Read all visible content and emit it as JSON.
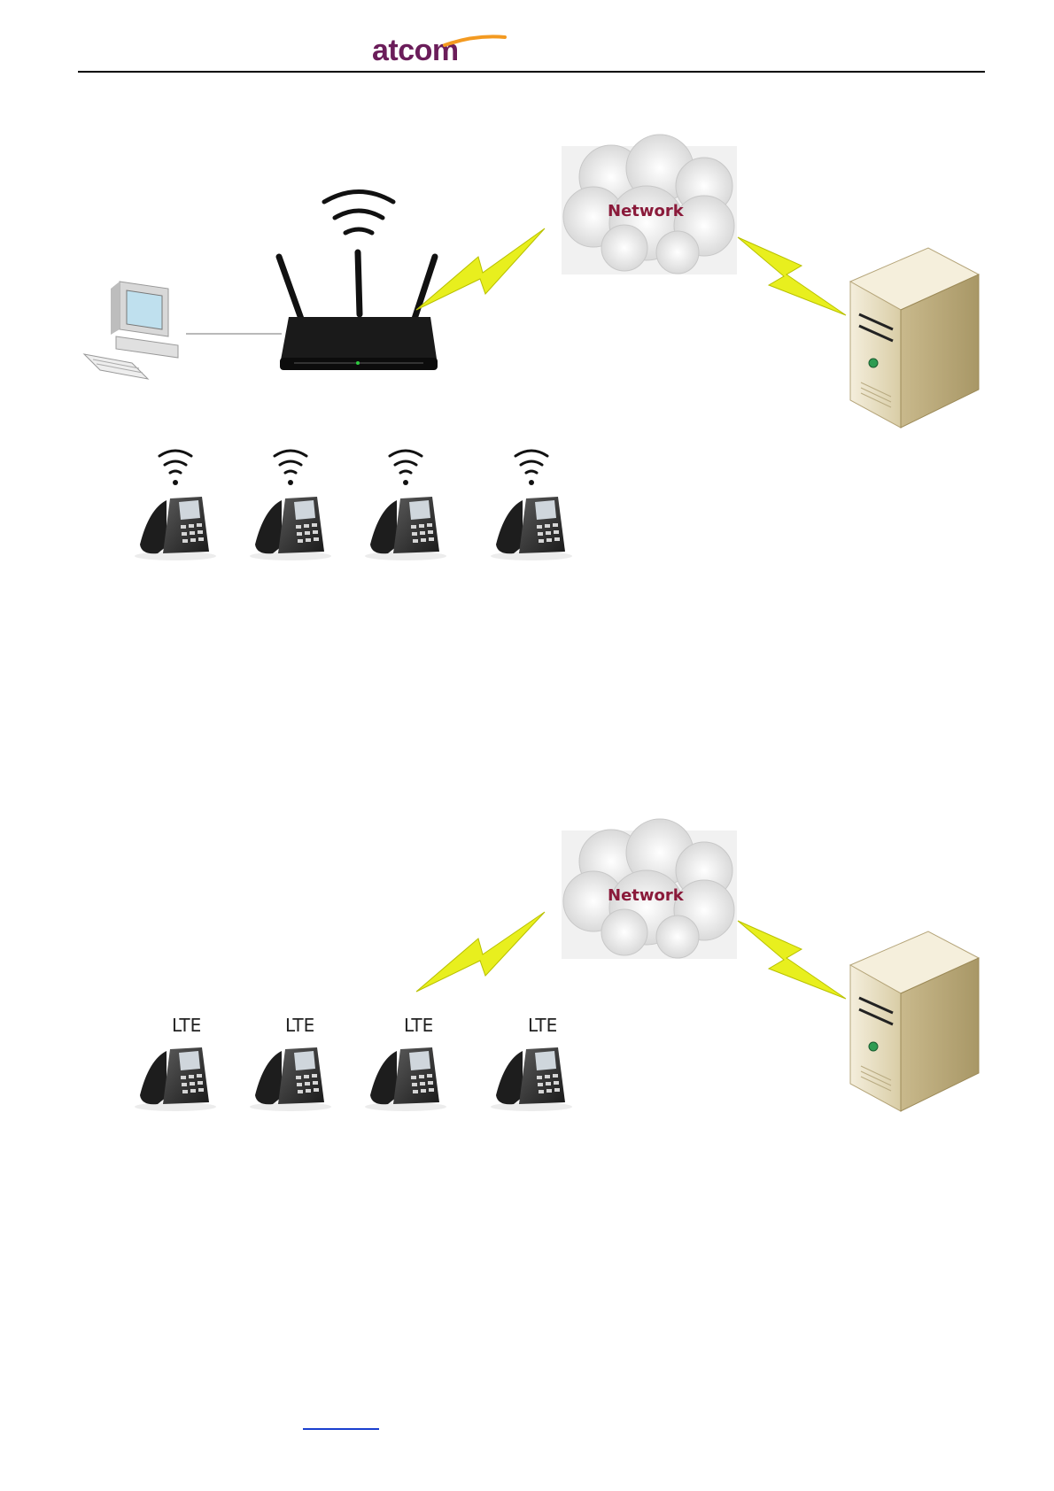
{
  "header": {
    "logo_text": "atcom",
    "brand_color": "#6b1d5a",
    "accent_color": "#f39a21"
  },
  "diagram_wifi": {
    "cloud_label": "Network",
    "icons": [
      "computer-icon",
      "wireless-router-icon",
      "network-cloud-icon",
      "server-icon",
      "ip-phone-icon",
      "wifi-signal-icon",
      "lightning-link-icon"
    ],
    "phone_count": 4
  },
  "diagram_lte": {
    "cloud_label": "Network",
    "phone_labels": [
      "LTE",
      "LTE",
      "LTE",
      "LTE"
    ],
    "phone_count": 4
  },
  "colors": {
    "lightning": "#e8ef1e",
    "server_body": "#e6dcc0",
    "cloud": "#e4e4e4",
    "router": "#111111"
  }
}
